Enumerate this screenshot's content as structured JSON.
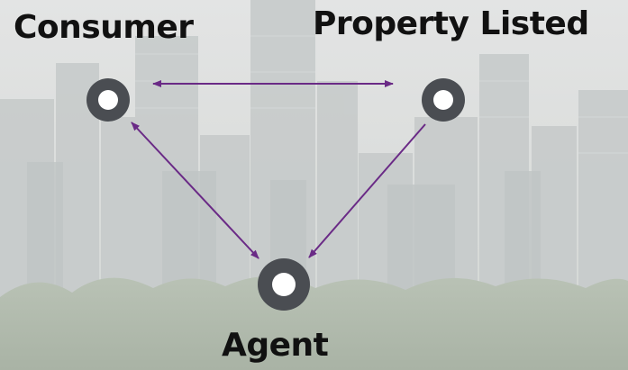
{
  "nodes": {
    "consumer": {
      "label": "Consumer"
    },
    "property": {
      "label": "Property Listed"
    },
    "agent": {
      "label": "Agent"
    }
  },
  "edges": [
    {
      "from": "consumer",
      "to": "property",
      "direction": "both"
    },
    {
      "from": "consumer",
      "to": "agent",
      "direction": "both"
    },
    {
      "from": "property",
      "to": "agent",
      "direction": "to"
    }
  ],
  "colors": {
    "node_ring": "#4a4d52",
    "node_center": "#ffffff",
    "edge": "#6a2a86",
    "label": "#111111"
  }
}
